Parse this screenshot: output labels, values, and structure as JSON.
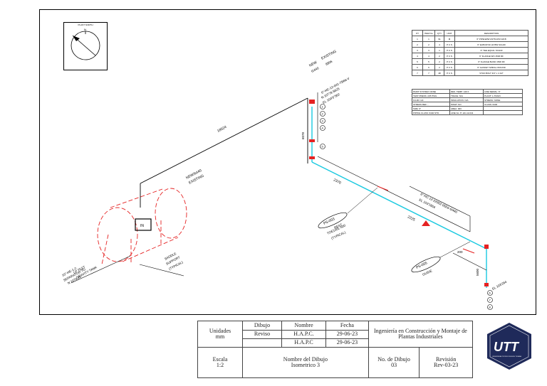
{
  "drawing": {
    "north_label": "PLANT NORTH",
    "new_existing_top": [
      "NEW",
      "EXISTING",
      "6/440",
      "8806"
    ],
    "line_ref_top": "6\"-HC-12-041-TB66-V",
    "coord_top": [
      "N 10779.5625",
      "EL 104'6\"562"
    ],
    "dim_long": "18524",
    "dim_vert": "6078",
    "dim_mid": "2370",
    "dim_right": "2225",
    "dim_small": "200",
    "dim_drop": "5600",
    "new_existing_left": [
      "NEW/6440",
      "EXISTING"
    ],
    "line_ref_right": "6\"-HC-12-22002-05E6-6/440",
    "coord_right": "EL 103'1864",
    "el_bottom": "EL 103'264",
    "ps_tag_1": "PS-003",
    "rest_note": [
      "REST",
      "TOE100L-500",
      "(TYPICAL)"
    ],
    "ps_tag_2": "PS-005",
    "guide_note": "GUIDE",
    "saddle_note": [
      "SADDLE",
      "SUPPORT",
      "(TYPICAL)"
    ],
    "left_ref": [
      "10\"-HE-1-2",
      "N 1078.25",
      "SEPARATOR TO",
      "LP TEST",
      "GRAVITY TANK"
    ],
    "vessel_label": "IN",
    "welds_top": [
      "1",
      "2",
      "3",
      "4",
      "5"
    ],
    "welds_right": [
      "6",
      "7",
      "8"
    ]
  },
  "bom": {
    "headers": [
      "PT",
      "ITEM No.",
      "QTY",
      "UNIT",
      "DESCRIPTION"
    ],
    "rows": [
      [
        "1",
        "1",
        "91",
        "M",
        "6\" PIPE ERW ASTM A53 GR.B"
      ],
      [
        "2",
        "2",
        "4",
        "P C S",
        "6\" ELBOW 90 LR BW SCH40"
      ],
      [
        "3",
        "3",
        "1",
        "P C S",
        "6\" TEE EQUAL SCH40"
      ],
      [
        "4",
        "4",
        "2",
        "P C S",
        "6\" FLANGE WN 150# RF"
      ],
      [
        "5",
        "5",
        "2",
        "P C S",
        "6\" FLANGE BLIND 150# RF"
      ],
      [
        "6",
        "6",
        "2",
        "P C S",
        "6\" GASKET SPIRAL WOUND"
      ],
      [
        "7",
        "7",
        "48",
        "P C S",
        "STUD BOLT 3/4\" x 4 1/2\""
      ]
    ]
  },
  "info": {
    "rows": [
      [
        "PAINT SYSTEM: NONE",
        "DES. TEMP: 120 F",
        "LINE SERIAL: 6\""
      ],
      [
        "TEST PRESS: 225 PSIG",
        "TRACE: N/A",
        "PLANT: 1-TRAIN"
      ],
      [
        "FLUID: HC",
        "INSULATION: N/A",
        "STRESS: NONE"
      ],
      [
        "STRESS REF: -",
        "PWHT: NO",
        "CLASS: 6440"
      ],
      [
        "SIZE: 6\"",
        "AREA: 003",
        ""
      ],
      [
        "PIPING CLASS: 6440 STD",
        "LINE No: 6\"-HC-12-041",
        ""
      ]
    ]
  },
  "title_block": {
    "unidades_label": "Unidades",
    "unidades_value": "mm",
    "dibujo_label": "Dibujo",
    "reviso_label": "Reviso",
    "nombre_label": "Nombre",
    "fecha_label": "Fecha",
    "nombre_dibujo": "H.A.P.C.",
    "fecha_dibujo": "29-06-23",
    "nombre_reviso": "H.A.P.C",
    "fecha_reviso": "29-06-23",
    "institucion": "Ingeniería en Construcción y Montaje de Plantas Industriales",
    "escala_label": "Escala",
    "escala_value": "1:2",
    "nombre_del_dibujo_label": "Nombre del Dibujo",
    "nombre_del_dibujo_value": "Isometrico 3",
    "no_dibujo_label": "No. de Dibujo",
    "no_dibujo_value": "03",
    "revision_label": "Revisión",
    "revision_value": "Rev-03-23"
  },
  "logo": {
    "text": "UTT",
    "subtext": "UNIVERSIDAD TECNOLÓGICA DE TIJUANA",
    "color": "#1f2a5a"
  }
}
